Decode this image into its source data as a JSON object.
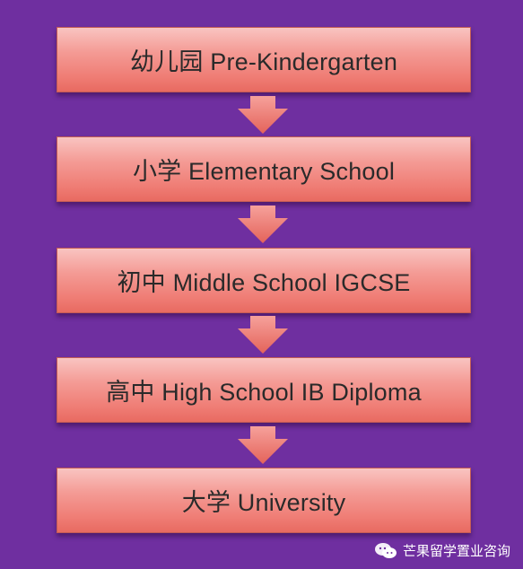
{
  "steps": [
    {
      "label": "幼儿园 Pre-Kindergarten"
    },
    {
      "label": "小学 Elementary School"
    },
    {
      "label": "初中 Middle School IGCSE"
    },
    {
      "label": "高中 High School IB Diploma"
    },
    {
      "label": "大学 University"
    }
  ],
  "watermark": {
    "text": "芒果留学置业咨询",
    "icon": "wechat-icon"
  },
  "colors": {
    "background": "#6f2fa0",
    "box_top": "#f9c4c1",
    "box_bottom": "#e86a61",
    "arrow": "#ea6f66"
  }
}
